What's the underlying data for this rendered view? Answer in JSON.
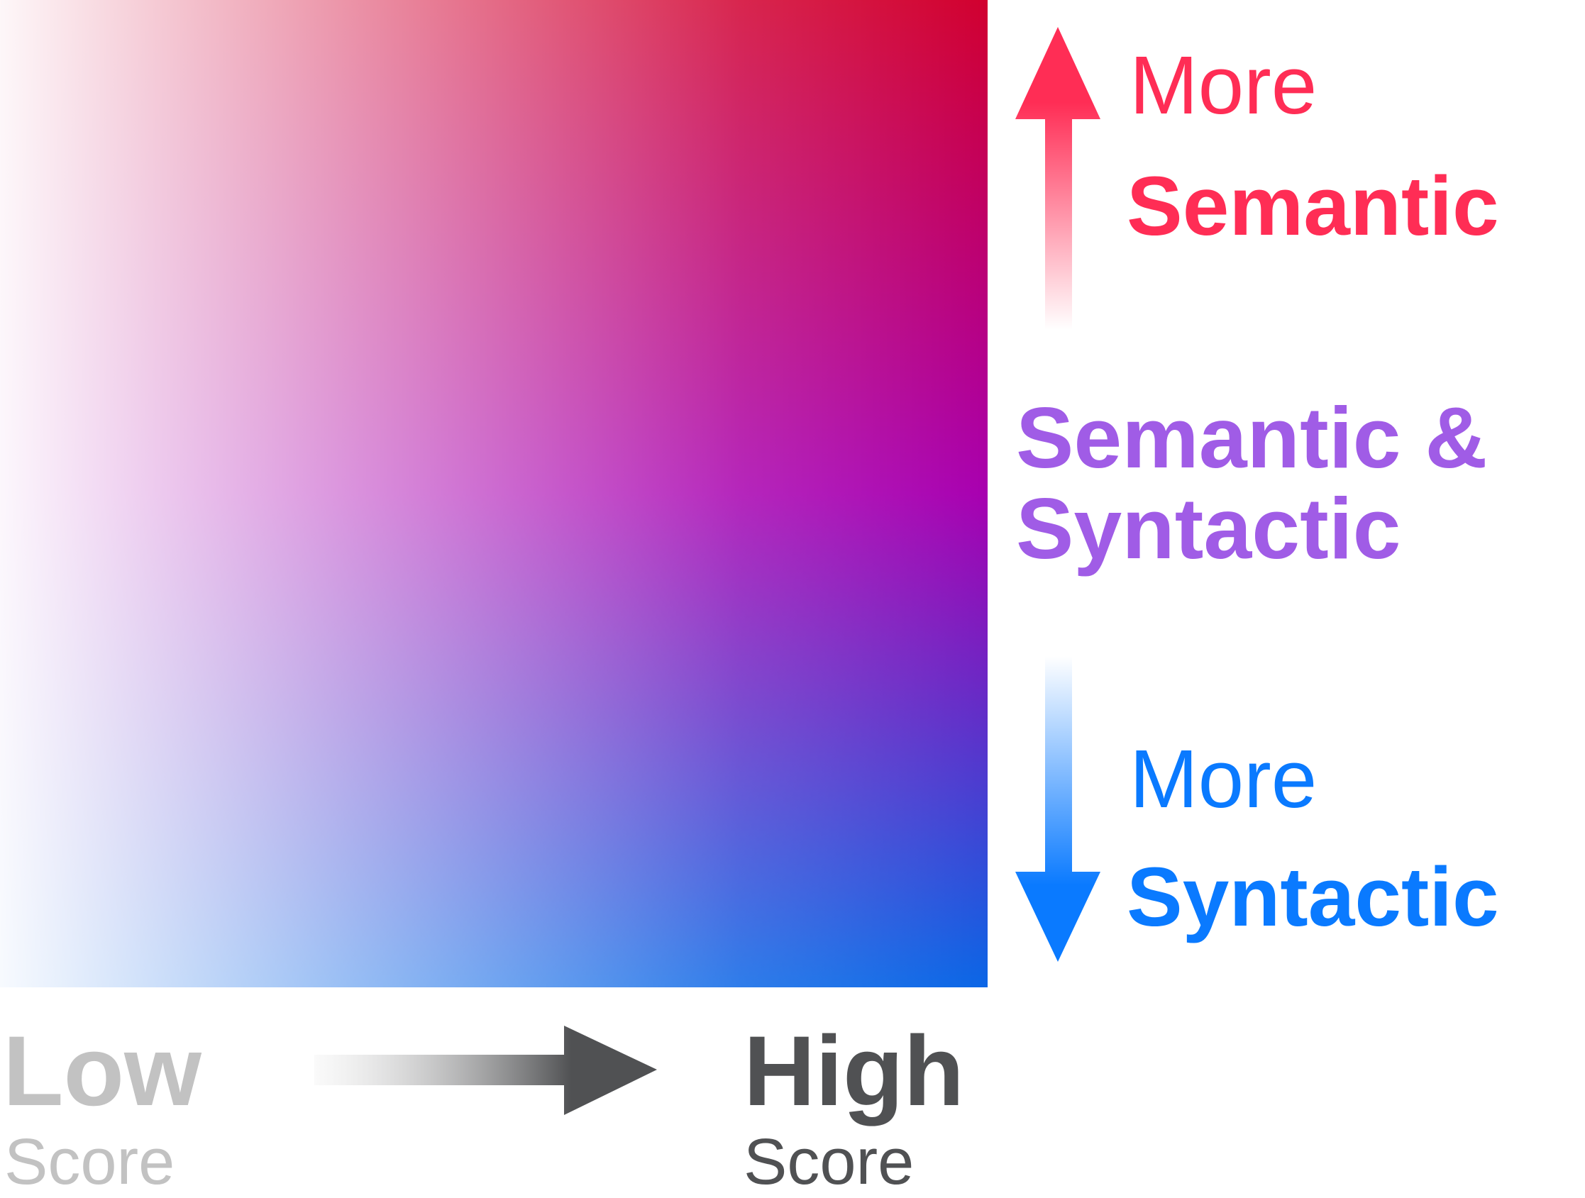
{
  "colors": {
    "semantic": "#ff2d55",
    "mixed": "#a05ce6",
    "syntactic": "#0a7aff",
    "low": "#c2c2c2",
    "high": "#505153",
    "corner_top_right": "#d1002f",
    "corner_bottom_right": "#0a66e6",
    "corner_bottom_left": "#e8f1fd",
    "corner_top_left": "#fdf2f4"
  },
  "vertical_axis": {
    "top": {
      "prefix": "More",
      "label": "Semantic",
      "icon": "arrow-up-icon"
    },
    "middle": {
      "line1": "Semantic &",
      "line2": "Syntactic"
    },
    "bottom": {
      "prefix": "More",
      "label": "Syntactic",
      "icon": "arrow-down-icon"
    }
  },
  "horizontal_axis": {
    "low": {
      "label": "Low",
      "sub": "Score"
    },
    "high": {
      "label": "High",
      "sub": "Score"
    },
    "icon": "arrow-right-icon"
  }
}
